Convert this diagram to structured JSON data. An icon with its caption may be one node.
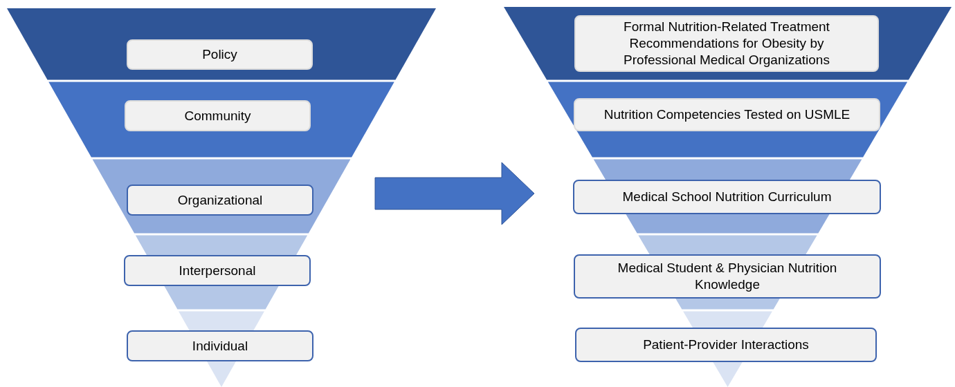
{
  "diagram": {
    "nodes": [
      {
        "text": [],
        "shape": "funnel"
      },
      {
        "text": [
          "Policy"
        ],
        "in": 0
      },
      {
        "text": [
          "Community"
        ],
        "in": 0
      },
      {
        "text": [
          "Organizational"
        ],
        "in": 0
      },
      {
        "text": [
          "Interpersonal"
        ],
        "in": 0
      },
      {
        "text": [
          "Individual"
        ],
        "in": 0
      },
      {
        "text": [],
        "shape": "funnel"
      },
      {
        "text": [
          "Formal Nutrition-Related Treatment Recommendations for Obesity by Professional Medical Organizations"
        ],
        "in": 6
      },
      {
        "text": [
          "Nutrition Competencies Tested on USMLE"
        ],
        "in": 6
      },
      {
        "text": [
          "Medical School Nutrition Curriculum"
        ],
        "in": 6
      },
      {
        "text": [
          "Medical Student & Physician Nutrition Knowledge"
        ],
        "in": 6
      },
      {
        "text": [
          "Patient-Provider Interactions"
        ],
        "in": 6
      }
    ],
    "edges": [
      {
        "from": 0,
        "to": 6,
        "arrow": "to"
      }
    ]
  }
}
